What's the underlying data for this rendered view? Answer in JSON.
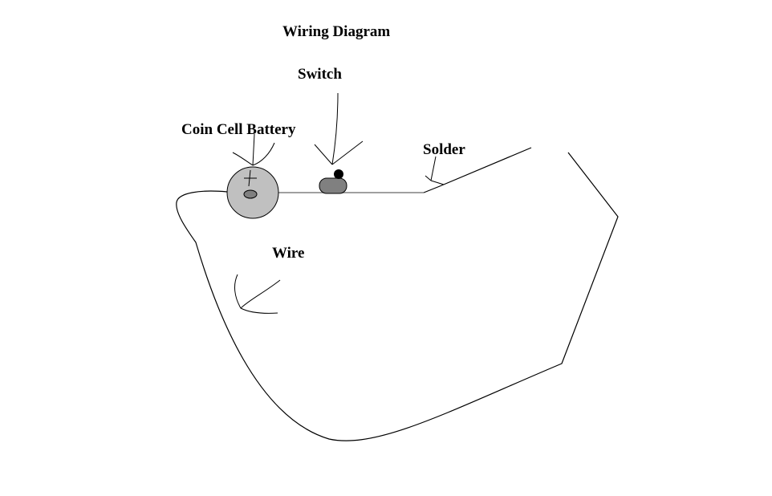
{
  "diagram": {
    "title": "Wiring Diagram",
    "labels": {
      "switch": "Switch",
      "battery": "Coin Cell Battery",
      "solder": "Solder",
      "wire": "Wire"
    },
    "battery_symbol": "+",
    "colors": {
      "background": "#ffffff",
      "ink": "#000000",
      "wire_line": "#808080",
      "battery_fill": "#c0c0c0",
      "battery_center": "#808080",
      "switch_body": "#808080",
      "switch_knob": "#000000"
    }
  }
}
